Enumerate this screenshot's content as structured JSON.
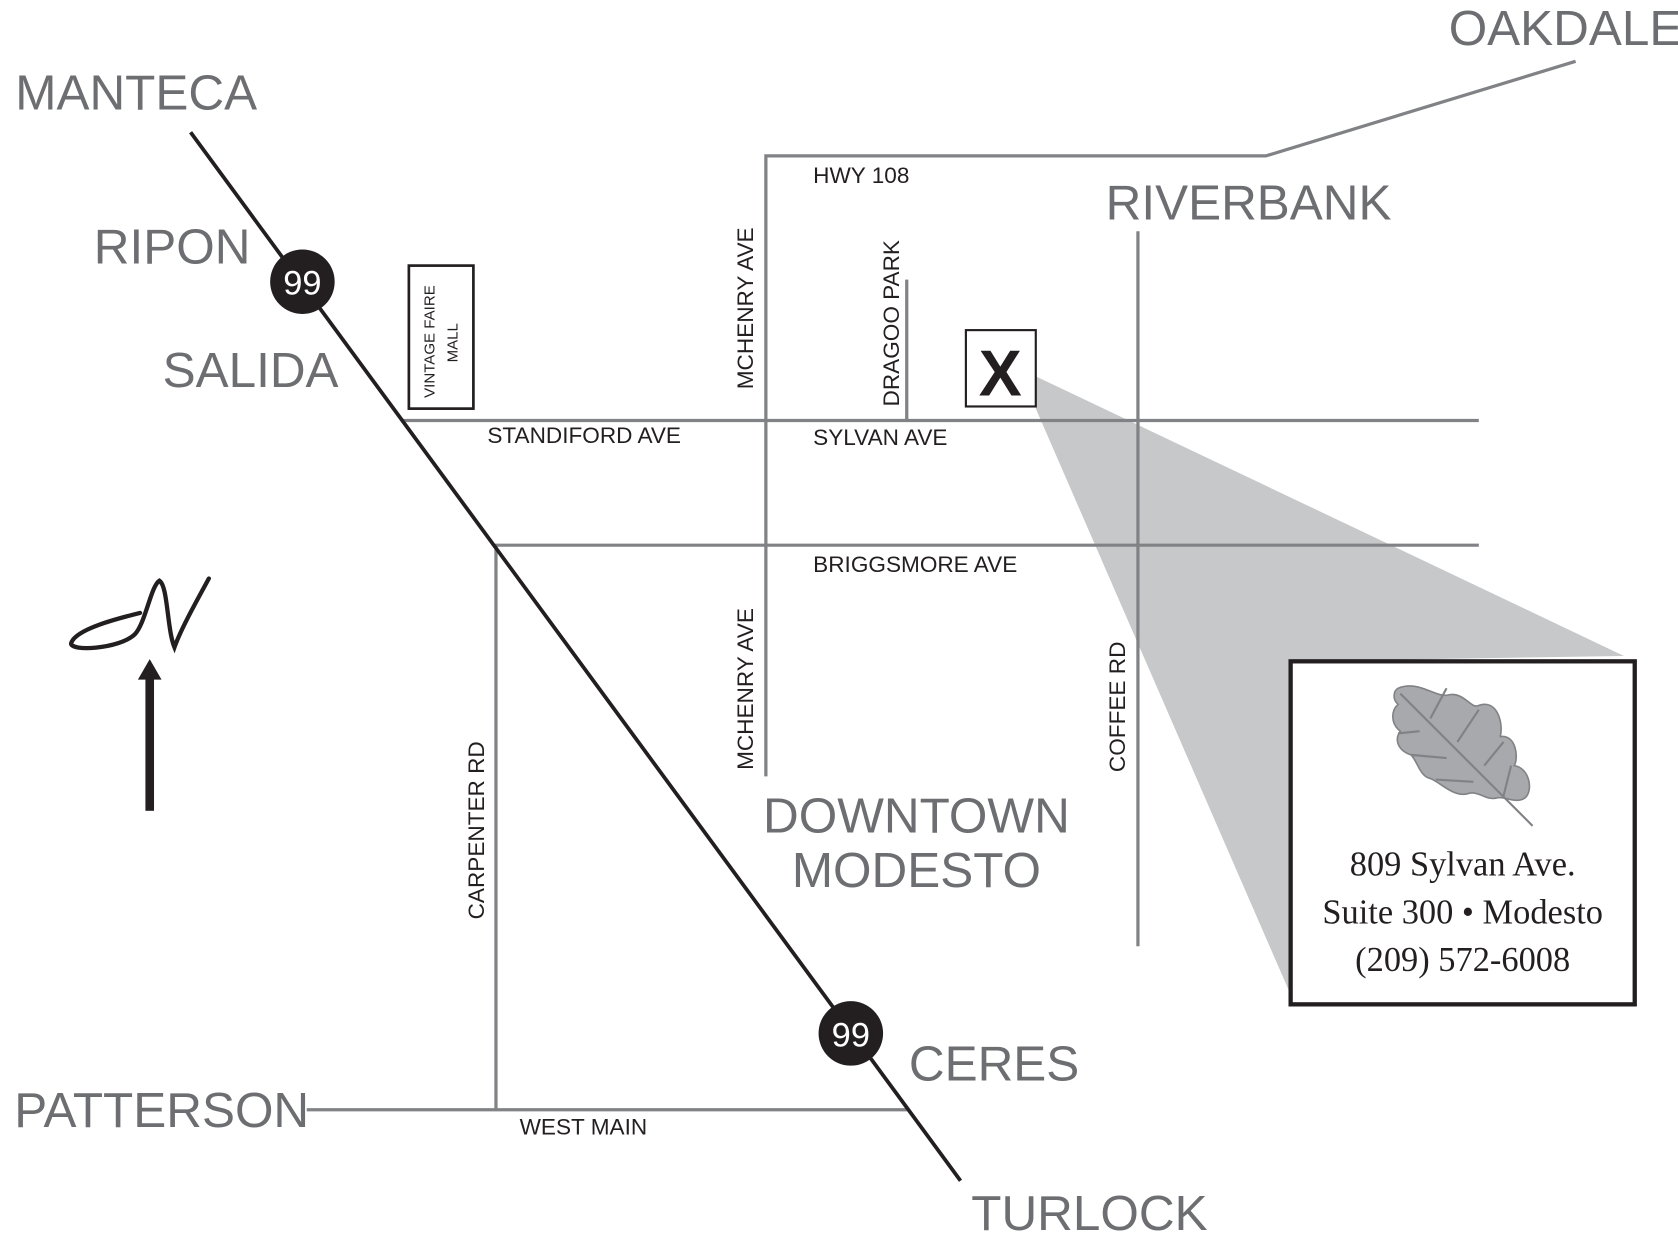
{
  "cities": {
    "manteca": "MANTECA",
    "oakdale": "OAKDALE",
    "ripon": "RIPON",
    "salida": "SALIDA",
    "riverbank": "RIVERBANK",
    "downtown_1": "DOWNTOWN",
    "downtown_2": "MODESTO",
    "ceres": "CERES",
    "patterson": "PATTERSON",
    "turlock": "TURLOCK"
  },
  "roads": {
    "hwy108": "HWY 108",
    "mchenry_north": "MCHENRY AVE",
    "mchenry_south": "MCHENRY AVE",
    "dragoo_park": "DRAGOO PARK",
    "standiford": "STANDIFORD AVE",
    "sylvan": "SYLVAN AVE",
    "briggsmore": "BRIGGSMORE AVE",
    "coffee": "COFFEE RD",
    "carpenter": "CARPENTER RD",
    "west_main": "WEST MAIN"
  },
  "highway_shield": "99",
  "mall": {
    "line1": "VINTAGE FAIRE",
    "line2": "MALL"
  },
  "marker": "X",
  "address": {
    "line1": "809 Sylvan Ave.",
    "line2": "Suite 300 • Modesto",
    "line3": "(209) 572-6008"
  },
  "compass_letter": "N",
  "colors": {
    "city_text": "#6d6e71",
    "street": "#808285",
    "callout": "#c7c8ca",
    "leaf": "#a7a9ac"
  }
}
